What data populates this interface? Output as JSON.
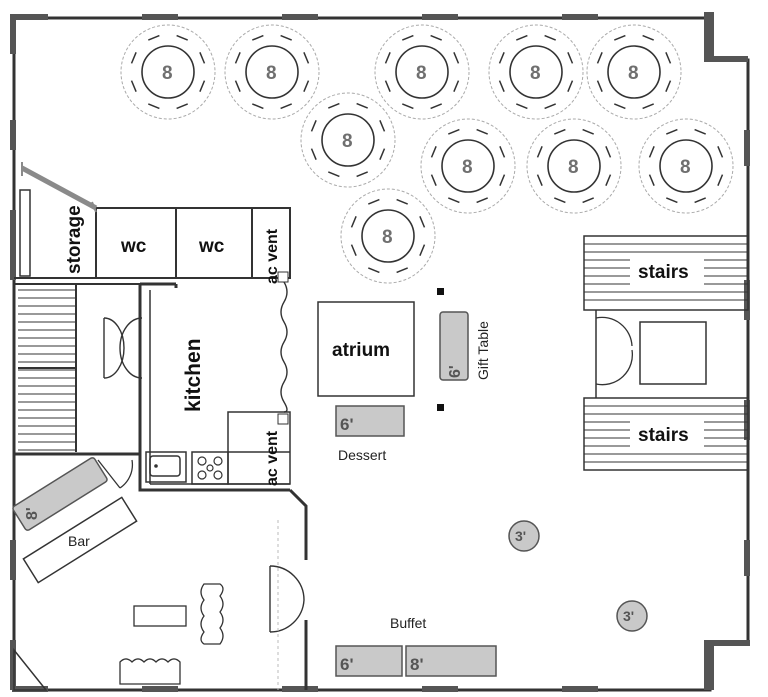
{
  "rooms": {
    "storage": "storage",
    "wc1": "wc",
    "wc2": "wc",
    "ac_vent_top": "ac vent",
    "ac_vent_bottom": "ac vent",
    "kitchen": "kitchen",
    "atrium": "atrium",
    "stairs_top": "stairs",
    "stairs_bottom": "stairs"
  },
  "labels": {
    "gift_table": "Gift Table",
    "dessert": "Dessert",
    "bar": "Bar",
    "buffet": "Buffet"
  },
  "tables": {
    "round_seats": [
      "8",
      "8",
      "8",
      "8",
      "8",
      "8",
      "8",
      "8",
      "8",
      "8"
    ],
    "gift_size": "6'",
    "dessert_size": "6'",
    "bar_size": "8'",
    "buffet_size_a": "6'",
    "buffet_size_b": "8'",
    "cocktail_a": "3'",
    "cocktail_b": "3'"
  }
}
